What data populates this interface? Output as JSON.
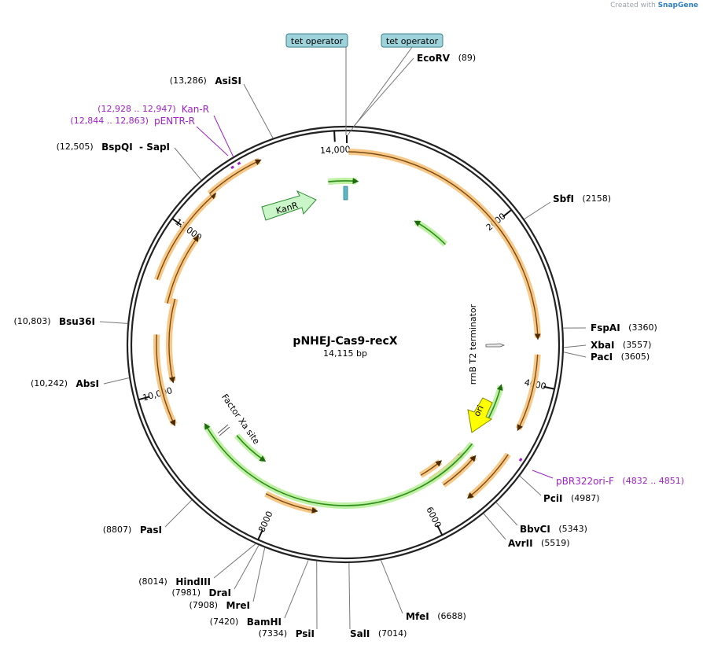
{
  "credit": {
    "prefix": "Created with",
    "brand": "SnapGene"
  },
  "plasmid": {
    "name": "pNHEJ-Cas9-recX",
    "size": "14,115 bp"
  },
  "ticks": [
    {
      "label": "14,000",
      "bp": 14000
    },
    {
      "label": "2000",
      "bp": 2000
    },
    {
      "label": "4000",
      "bp": 4000
    },
    {
      "label": "6000",
      "bp": 6000
    },
    {
      "label": "8000",
      "bp": 8000
    },
    {
      "label": "10,000",
      "bp": 10000
    },
    {
      "label": "12,000",
      "bp": 12000
    }
  ],
  "operators": [
    {
      "label": "tet operator"
    },
    {
      "label": "tet operator"
    }
  ],
  "sites": [
    {
      "name": "EcoRV",
      "pos": "(89)"
    },
    {
      "name": "SbfI",
      "pos": "(2158)"
    },
    {
      "name": "FspAI",
      "pos": "(3360)"
    },
    {
      "name": "XbaI",
      "pos": "(3557)"
    },
    {
      "name": "PacI",
      "pos": "(3605)"
    },
    {
      "name": "PciI",
      "pos": "(4987)"
    },
    {
      "name": "BbvCI",
      "pos": "(5343)"
    },
    {
      "name": "AvrII",
      "pos": "(5519)"
    },
    {
      "name": "MfeI",
      "pos": "(6688)"
    },
    {
      "name": "SalI",
      "pos": "(7014)"
    },
    {
      "name": "PsiI",
      "pos": "(7334)"
    },
    {
      "name": "BamHI",
      "pos": "(7420)"
    },
    {
      "name": "MreI",
      "pos": "(7908)"
    },
    {
      "name": "DraI",
      "pos": "(7981)"
    },
    {
      "name": "HindIII",
      "pos": "(8014)"
    },
    {
      "name": "PasI",
      "pos": "(8807)"
    },
    {
      "name": "AbsI",
      "pos": "(10,242)"
    },
    {
      "name": "Bsu36I",
      "pos": "(10,803)"
    },
    {
      "name": "BspQI",
      "pos": "(12,505)",
      "extra": "- SapI"
    },
    {
      "name": "AsiSI",
      "pos": "(13,286)"
    }
  ],
  "primers": [
    {
      "name": "Kan-R",
      "range": "(12,928 .. 12,947)"
    },
    {
      "name": "pENTR-R",
      "range": "(12,844 .. 12,863)"
    },
    {
      "name": "pBR322ori-F",
      "range": "(4832 .. 4851)"
    }
  ],
  "features": {
    "kanr": "KanR",
    "ori": "ori",
    "rrnb": "rrnB T2 terminator",
    "factorxa": "Factor Xa site"
  },
  "colors": {
    "orf_fill": "#f6c27a",
    "orf_line": "#7a4a10",
    "green_glow": "#b8f09a",
    "green_line": "#2e8b1a",
    "kanr_fill": "#c9f5c9",
    "ori_fill": "#ffff00",
    "operator_fill": "#9fd3dc",
    "primer": "#a020c8",
    "backbone": "#222222"
  }
}
